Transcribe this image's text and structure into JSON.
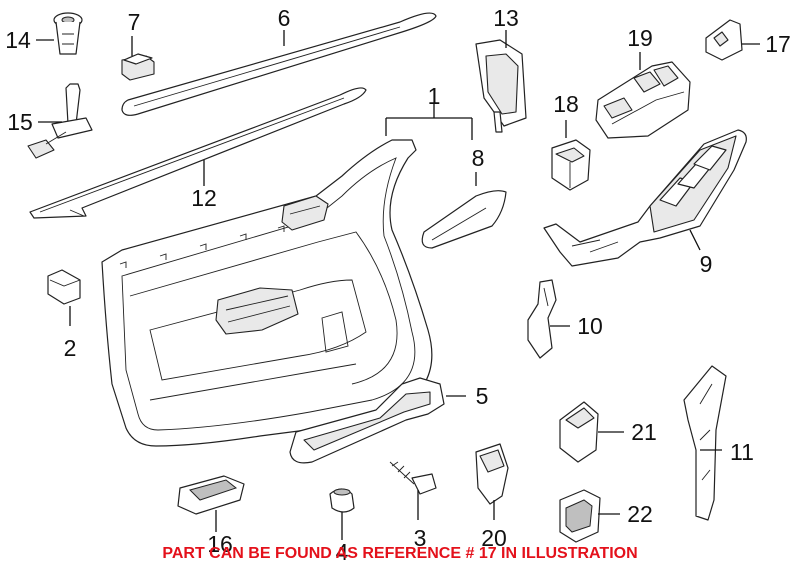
{
  "diagram": {
    "callouts": [
      {
        "id": "1",
        "label": "1"
      },
      {
        "id": "2",
        "label": "2"
      },
      {
        "id": "3",
        "label": "3"
      },
      {
        "id": "4",
        "label": "4"
      },
      {
        "id": "5",
        "label": "5"
      },
      {
        "id": "6",
        "label": "6"
      },
      {
        "id": "7",
        "label": "7"
      },
      {
        "id": "8",
        "label": "8"
      },
      {
        "id": "9",
        "label": "9"
      },
      {
        "id": "10",
        "label": "10"
      },
      {
        "id": "11",
        "label": "11"
      },
      {
        "id": "12",
        "label": "12"
      },
      {
        "id": "13",
        "label": "13"
      },
      {
        "id": "14",
        "label": "14"
      },
      {
        "id": "15",
        "label": "15"
      },
      {
        "id": "16",
        "label": "16"
      },
      {
        "id": "17",
        "label": "17"
      },
      {
        "id": "18",
        "label": "18"
      },
      {
        "id": "19",
        "label": "19"
      },
      {
        "id": "20",
        "label": "20"
      },
      {
        "id": "21",
        "label": "21"
      },
      {
        "id": "22",
        "label": "22"
      }
    ],
    "notice": "PART CAN BE FOUND AS REFERENCE # 17 IN ILLUSTRATION",
    "notice_color": "#e4111b"
  }
}
